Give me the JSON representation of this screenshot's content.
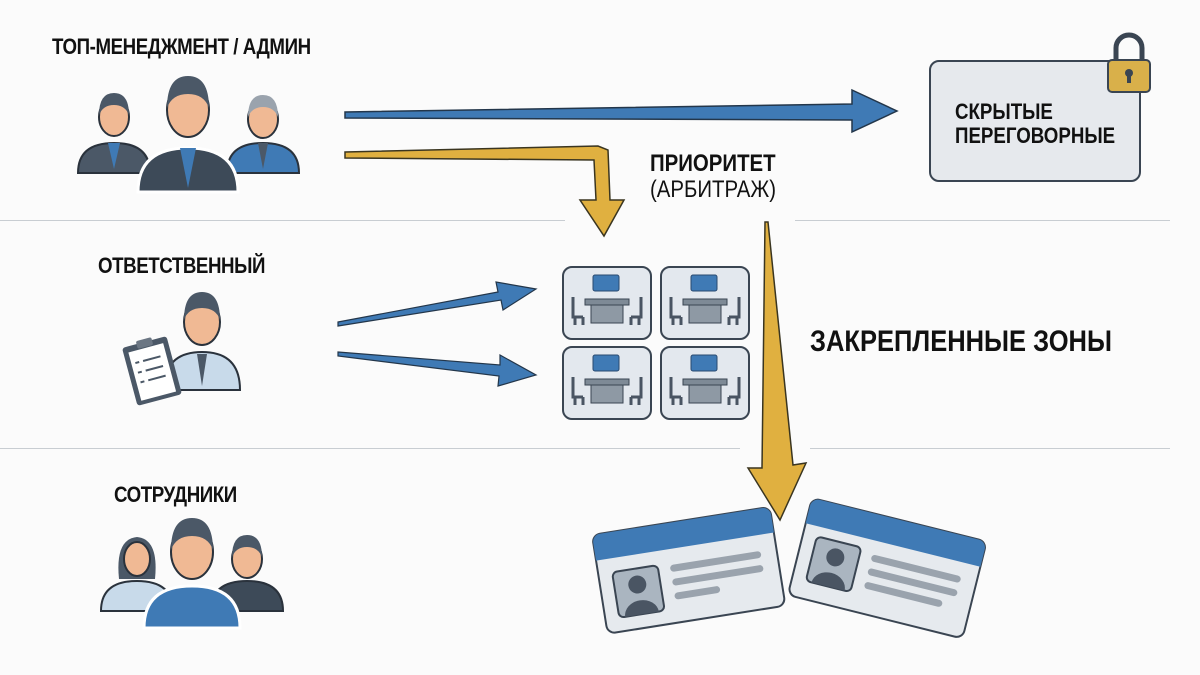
{
  "roles": {
    "top": {
      "label": "ТОП-МЕНЕДЖМЕНТ / АДМИН",
      "icon": "executives-group-icon"
    },
    "responsible": {
      "label": "ОТВЕТСТВЕННЫЙ",
      "icon": "person-with-clipboard-icon"
    },
    "employees": {
      "label": "СОТРУДНИКИ",
      "icon": "employees-group-icon"
    }
  },
  "hidden_rooms": {
    "label_line1": "СКРЫТЫЕ",
    "label_line2": "ПЕРЕГОВОРНЫЕ",
    "icon": "padlock-icon"
  },
  "priority": {
    "title": "ПРИОРИТЕТ",
    "subtitle": "(АРБИТРАЖ)"
  },
  "pinned_zones": {
    "label": "ЗАКРЕПЛЕННЫЕ ЗОНЫ"
  },
  "meeting_rooms": {
    "count": 4,
    "icon": "meeting-room-icon"
  },
  "badges": {
    "count": 2,
    "icon": "id-badge-icon"
  },
  "colors": {
    "blue_arrow": "#3f7ab5",
    "gold_arrow": "#e0b040",
    "dark": "#3a4552",
    "box_bg": "#e6e9ed"
  }
}
